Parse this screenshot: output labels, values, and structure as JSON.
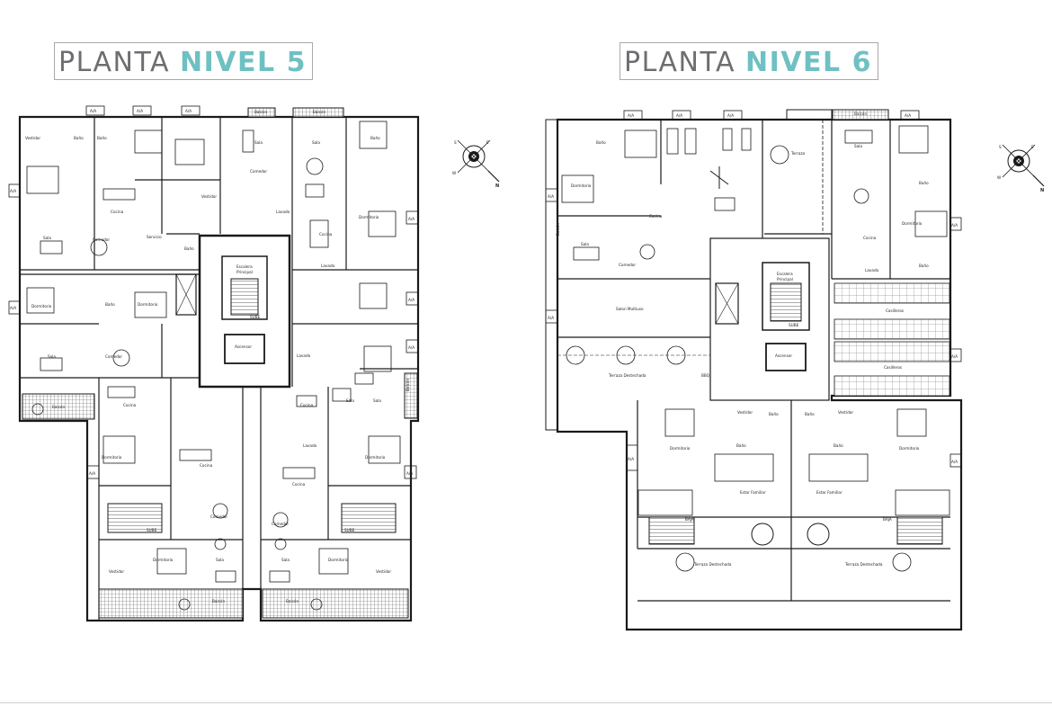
{
  "level5": {
    "title_prefix": "PLANTA",
    "title_name": "NIVEL 5",
    "labels": [
      {
        "id": "l5-aa-top1",
        "text": "A/A"
      },
      {
        "id": "l5-aa-top2",
        "text": "A/A"
      },
      {
        "id": "l5-aa-top3",
        "text": "A/A"
      },
      {
        "id": "l5-balcon-top1",
        "text": "Balcón"
      },
      {
        "id": "l5-balcon-top2",
        "text": "Balcón"
      },
      {
        "id": "l5-vestidor1",
        "text": "Vestidor"
      },
      {
        "id": "l5-bano1",
        "text": "Baño"
      },
      {
        "id": "l5-bano2",
        "text": "Baño"
      },
      {
        "id": "l5-sala1",
        "text": "Sala"
      },
      {
        "id": "l5-sala2",
        "text": "Sala"
      },
      {
        "id": "l5-bano3",
        "text": "Baño"
      },
      {
        "id": "l5-comedor1",
        "text": "Comedor"
      },
      {
        "id": "l5-vestidor2",
        "text": "Vestidor"
      },
      {
        "id": "l5-cocina1",
        "text": "Cocina"
      },
      {
        "id": "l5-lavado1",
        "text": "Lavado"
      },
      {
        "id": "l5-dormitorio1",
        "text": "Dormitorio"
      },
      {
        "id": "l5-aa-left1",
        "text": "A/A"
      },
      {
        "id": "l5-aa-right1",
        "text": "A/A"
      },
      {
        "id": "l5-sala3",
        "text": "Sala"
      },
      {
        "id": "l5-comedor2",
        "text": "Comedor"
      },
      {
        "id": "l5-servicio",
        "text": "Servicio"
      },
      {
        "id": "l5-bano4",
        "text": "Baño"
      },
      {
        "id": "l5-cocina2",
        "text": "Cocina"
      },
      {
        "id": "l5-escalera",
        "text": "Escalera"
      },
      {
        "id": "l5-principal",
        "text": "Principal"
      },
      {
        "id": "l5-sube1",
        "text": "SUBE"
      },
      {
        "id": "l5-ascensor",
        "text": "Ascensor"
      },
      {
        "id": "l5-lavado2",
        "text": "Lavado"
      },
      {
        "id": "l5-dormitorio2",
        "text": "Dormitorio"
      },
      {
        "id": "l5-bano5",
        "text": "Baño"
      },
      {
        "id": "l5-aa-left2",
        "text": "A/A"
      },
      {
        "id": "l5-aa-right2",
        "text": "A/A"
      },
      {
        "id": "l5-sala4",
        "text": "Sala"
      },
      {
        "id": "l5-comedor3",
        "text": "Comedor"
      },
      {
        "id": "l5-dormitorio3",
        "text": "Dormitorio"
      },
      {
        "id": "l5-aa-right3",
        "text": "A/A"
      },
      {
        "id": "l5-balcon-left",
        "text": "Balcón"
      },
      {
        "id": "l5-balcon-right",
        "text": "Balcón"
      },
      {
        "id": "l5-cocina3",
        "text": "Cocina"
      },
      {
        "id": "l5-lavado3",
        "text": "Lavado"
      },
      {
        "id": "l5-sala5",
        "text": "Sala"
      },
      {
        "id": "l5-cocina4",
        "text": "Cocina"
      },
      {
        "id": "l5-lavado4",
        "text": "Lavado"
      },
      {
        "id": "l5-sala6",
        "text": "Sala"
      },
      {
        "id": "l5-dormitorio4",
        "text": "Dormitorio"
      },
      {
        "id": "l5-dormitorio5",
        "text": "Dormitorio"
      },
      {
        "id": "l5-cocina5",
        "text": "Cocina"
      },
      {
        "id": "l5-cocina6",
        "text": "Cocina"
      },
      {
        "id": "l5-aa-left3",
        "text": "A/A"
      },
      {
        "id": "l5-aa-right4",
        "text": "A/A"
      },
      {
        "id": "l5-sube2",
        "text": "SUBE"
      },
      {
        "id": "l5-sube3",
        "text": "SUBE"
      },
      {
        "id": "l5-comedor4",
        "text": "Comedor"
      },
      {
        "id": "l5-comedor5",
        "text": "Comedor"
      },
      {
        "id": "l5-dormitorio6",
        "text": "Dormitorio"
      },
      {
        "id": "l5-dormitorio7",
        "text": "Dormitorio"
      },
      {
        "id": "l5-vestidor3",
        "text": "Vestidor"
      },
      {
        "id": "l5-vestidor4",
        "text": "Vestidor"
      },
      {
        "id": "l5-sala7",
        "text": "Sala"
      },
      {
        "id": "l5-sala8",
        "text": "Sala"
      },
      {
        "id": "l5-balcon-bot1",
        "text": "Balcón"
      },
      {
        "id": "l5-balcon-bot2",
        "text": "Balcón"
      }
    ]
  },
  "level6": {
    "title_prefix": "PLANTA",
    "title_name": "NIVEL 6",
    "labels": [
      {
        "id": "l6-aa-top1",
        "text": "A/A"
      },
      {
        "id": "l6-aa-top2",
        "text": "A/A"
      },
      {
        "id": "l6-aa-top3",
        "text": "A/A"
      },
      {
        "id": "l6-aa-top4",
        "text": "A/A"
      },
      {
        "id": "l6-balcon-top",
        "text": "Balcón"
      },
      {
        "id": "l6-bano1",
        "text": "Baño"
      },
      {
        "id": "l6-terraza",
        "text": "Terraza"
      },
      {
        "id": "l6-sala1",
        "text": "Sala"
      },
      {
        "id": "l6-dormitorio1",
        "text": "Dormitorio"
      },
      {
        "id": "l6-aa-left1",
        "text": "A/A"
      },
      {
        "id": "l6-balcon-left",
        "text": "Balcón"
      },
      {
        "id": "l6-cocina1",
        "text": "Cocina"
      },
      {
        "id": "l6-sala2",
        "text": "Sala"
      },
      {
        "id": "l6-comedor1",
        "text": "Comedor"
      },
      {
        "id": "l6-bano2",
        "text": "Baño"
      },
      {
        "id": "l6-dormitorio2",
        "text": "Dormitorio"
      },
      {
        "id": "l6-aa-right1",
        "text": "A/A"
      },
      {
        "id": "l6-cocina2",
        "text": "Cocina"
      },
      {
        "id": "l6-lavado1",
        "text": "Lavado"
      },
      {
        "id": "l6-bano3",
        "text": "Baño"
      },
      {
        "id": "l6-escalera",
        "text": "Escalera"
      },
      {
        "id": "l6-principal",
        "text": "Principal"
      },
      {
        "id": "l6-sube",
        "text": "SUBE"
      },
      {
        "id": "l6-casilleros1",
        "text": "Casilleros"
      },
      {
        "id": "l6-salon",
        "text": "Salon Multiuso"
      },
      {
        "id": "l6-aa-left2",
        "text": "A/A"
      },
      {
        "id": "l6-ascensor",
        "text": "Ascensor"
      },
      {
        "id": "l6-casilleros2",
        "text": "Casilleros"
      },
      {
        "id": "l6-aa-right2",
        "text": "A/A"
      },
      {
        "id": "l6-terraza-desc1",
        "text": "Terraza Destechada"
      },
      {
        "id": "l6-bbq",
        "text": "BBQ"
      },
      {
        "id": "l6-vestidor1",
        "text": "Vestidor"
      },
      {
        "id": "l6-bano4",
        "text": "Baño"
      },
      {
        "id": "l6-bano5",
        "text": "Baño"
      },
      {
        "id": "l6-vestidor2",
        "text": "Vestidor"
      },
      {
        "id": "l6-dormitorio3",
        "text": "Dormitorio"
      },
      {
        "id": "l6-bano6",
        "text": "Baño"
      },
      {
        "id": "l6-bano7",
        "text": "Baño"
      },
      {
        "id": "l6-dormitorio4",
        "text": "Dormitorio"
      },
      {
        "id": "l6-aa-left3",
        "text": "A/A"
      },
      {
        "id": "l6-aa-right3",
        "text": "A/A"
      },
      {
        "id": "l6-estar1",
        "text": "Estar Familiar"
      },
      {
        "id": "l6-estar2",
        "text": "Estar Familiar"
      },
      {
        "id": "l6-baja1",
        "text": "BAJA"
      },
      {
        "id": "l6-baja2",
        "text": "BAJA"
      },
      {
        "id": "l6-terraza-desc2",
        "text": "Terraza Destechada"
      },
      {
        "id": "l6-terraza-desc3",
        "text": "Terraza Destechada"
      }
    ]
  },
  "compass": {
    "north_letter": "N",
    "west_letter": "W",
    "south_letter": "S",
    "east_letter": "E"
  },
  "icons": [
    "compass-rose-icon"
  ],
  "colors": {
    "title_gray": "#6d6e71",
    "title_teal": "#6fc0c3",
    "line": "#1a1a1a"
  }
}
